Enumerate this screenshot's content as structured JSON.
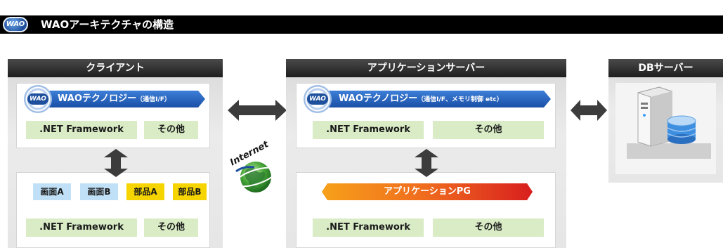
{
  "title": {
    "logo_text": "WAO",
    "text": "WAOアーキテクチャの構造"
  },
  "client": {
    "header": "クライアント",
    "wao_bar": {
      "label": "WAOテクノロジー",
      "sub": "（通信I/F）"
    },
    "framework": ".NET Framework",
    "other": "その他",
    "screens": [
      "画面A",
      "画面B"
    ],
    "parts": [
      "部品A",
      "部品B"
    ],
    "framework_bottom": ".NET Framework",
    "other_bottom": "その他"
  },
  "internet": {
    "label": "Internet"
  },
  "app_server": {
    "header": "アプリケーションサーバー",
    "wao_bar": {
      "label": "WAOテクノロジー",
      "sub": "（通信I/F、メモリ制御 etc）"
    },
    "framework": ".NET Framework",
    "other": "その他",
    "app_pg": "アプリケーションPG",
    "framework_bottom": ".NET Framework",
    "other_bottom": "その他"
  },
  "db_server": {
    "header": "DBサーバー",
    "icon": "server-database-icon"
  },
  "colors": {
    "panel_header": "#1e1e1e",
    "wao_blue": "#1a4fa6",
    "green_box": "#d9ecc6",
    "blue_box": "#bfe0f7",
    "yellow_box": "#f6d400",
    "pg_gradient_start": "#f7a11a",
    "pg_gradient_end": "#d81e1e",
    "arrow": "#3c3c3c"
  }
}
